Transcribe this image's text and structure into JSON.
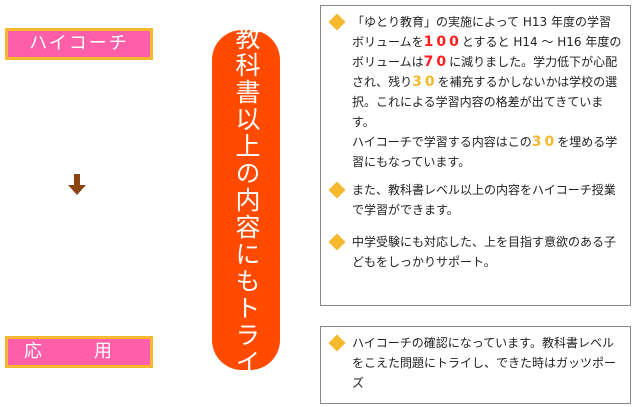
{
  "left": {
    "top_label": "ハイコーチ",
    "bottom_label_1": "応",
    "bottom_label_2": "用"
  },
  "pill": {
    "text": "教科書以上の内容にもトライ"
  },
  "main_box": {
    "item1": {
      "p1_a": "「ゆとり教育」の実施によって H13 年度の学習ボリュームを",
      "num_100": "100",
      "p1_b": "とすると H14 ～ H16 年度のボリュームは",
      "num_70": "70",
      "p1_c": "に減りました。学力低下が心配され、残り",
      "num_30a": "30",
      "p1_d": "を補充するかしないかは学校の選択。これによる学習内容の格差が出てきています。",
      "p2_a": "ハイコーチで学習する内容はこの",
      "num_30b": "30",
      "p2_b": "を埋める学習にもなっています。"
    },
    "item2": "また、教科書レベル以上の内容をハイコーチ授業で学習ができます。",
    "item3": "中学受験にも対応した、上を目指す意欲のある子どもをしっかりサポート。"
  },
  "small_box": {
    "item1": "ハイコーチの確認になっています。教科書レベルをこえた問題にトライし、できた時はガッツポーズ"
  },
  "colors": {
    "tag_fill": "#ff5fa8",
    "tag_border": "#f6b82e",
    "pill": "#ff4a00",
    "bullet": "#f6b82e",
    "arrow": "#8b4513"
  }
}
